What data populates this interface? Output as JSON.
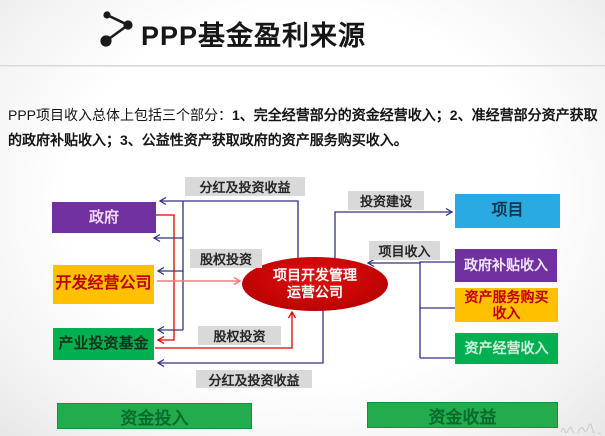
{
  "slide": {
    "title": "PPP基金盈利来源",
    "intro_normal": "PPP项目收入总体上包括三个部分：",
    "intro_bold": "1、完全经营部分的资金经营收入；2、准经营部分资产获取的政府补贴收入；3、公益性资产获取政府的资产服务购买收入。"
  },
  "diagram": {
    "nodes": {
      "government": "政府",
      "dev_company": "开发经营公司",
      "industry_fund": "产业投资基金",
      "center_company_line1": "项目开发管理",
      "center_company_line2": "运营公司",
      "project": "项目",
      "gov_subsidy_income": "政府补贴收入",
      "asset_service_income": "资产服务购买收入",
      "asset_operation_income": "资产经营收入"
    },
    "edge_labels": {
      "dividend_top": "分红及投资收益",
      "equity_top": "股权投资",
      "invest_build": "投资建设",
      "project_income": "项目收入",
      "equity_bottom": "股权投资",
      "dividend_bottom": "分红及投资收益"
    },
    "banners": {
      "capital_in": "资金投入",
      "capital_out": "资金收益"
    },
    "colors": {
      "purple": "#7030A0",
      "yellow": "#FFC000",
      "green": "#00B050",
      "blue": "#29ABE2",
      "ellipse_red": "#C40404",
      "banner_green": "#22AC4E",
      "line_navy": "#31317F",
      "line_red": "#E00000",
      "line_pink": "#F37C7C",
      "label_bg": "#D9D9D9"
    }
  }
}
